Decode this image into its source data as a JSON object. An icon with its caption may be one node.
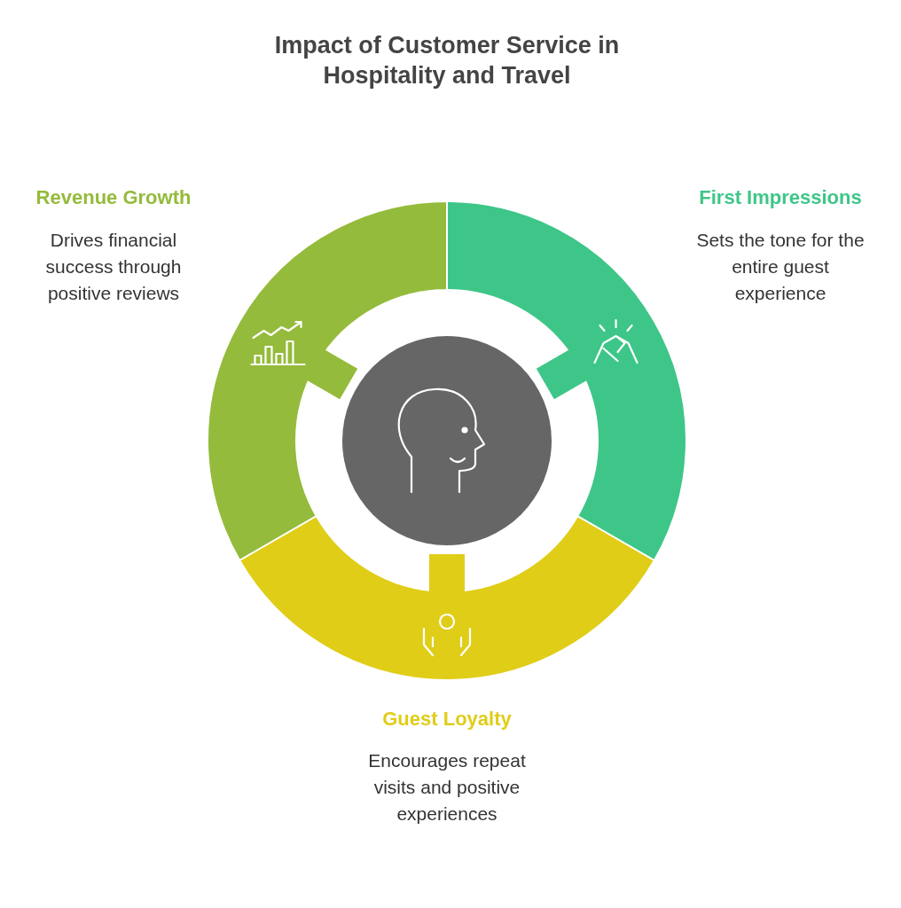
{
  "diagram": {
    "title": "Impact of Customer Service in Hospitality and Travel",
    "nodes": [
      {
        "text": [],
        "shape": "arc",
        "beside": [
          "Revenue Growth",
          "Drives financial success through positive reviews"
        ]
      },
      {
        "text": [],
        "shape": "arc",
        "beside": [
          "First Impressions",
          "Sets the tone for the entire guest experience"
        ]
      },
      {
        "text": [],
        "shape": "circle"
      },
      {
        "text": [],
        "shape": "arc",
        "beside": [
          "Guest Loyalty",
          "Encourages repeat visits and positive experiences"
        ]
      }
    ]
  }
}
